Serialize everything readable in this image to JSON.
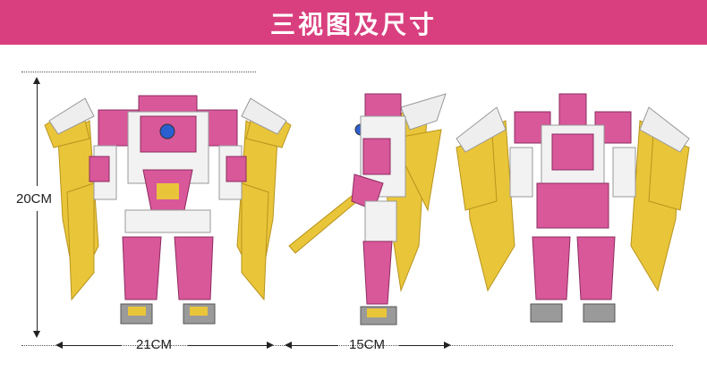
{
  "header": {
    "title": "三视图及尺寸"
  },
  "dimensions": {
    "height_label": "20CM",
    "width_label": "21CM",
    "depth_label": "15CM"
  },
  "colors": {
    "banner": "#d93f7e",
    "pink": "#d8589a",
    "gold": "#e9c53a",
    "white": "#f2f2f2",
    "grey": "#9a9a9a",
    "blue": "#2a5fd0"
  }
}
